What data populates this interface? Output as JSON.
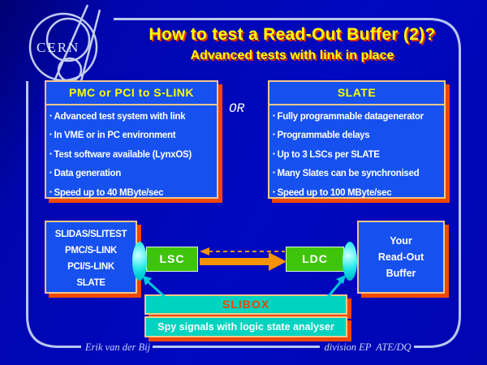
{
  "logo": {
    "text": "CERN"
  },
  "title": "How to test a Read-Out Buffer (2)?",
  "subtitle": "Advanced tests with link in place",
  "or_label": "OR",
  "left_panel": {
    "header": "PMC or PCI to S-LINK",
    "bullets": [
      "Advanced test system with link",
      "In VME or in PC environment",
      "Test software available (LynxOS)",
      "Data generation",
      "Speed up to 40 MByte/sec"
    ]
  },
  "right_panel": {
    "header": "SLATE",
    "bullets": [
      "Fully programmable datagenerator",
      "Programmable delays",
      "Up to 3 LSCs per SLATE",
      "Many Slates can be synchronised",
      "Speed up to 100 MByte/sec"
    ]
  },
  "diagram": {
    "source_box": {
      "lines": [
        "SLIDAS/SLITEST",
        "PMC/S-LINK",
        "PCI/S-LINK",
        "SLATE"
      ]
    },
    "lsc_label": "LSC",
    "ldc_label": "LDC",
    "readout_box": {
      "lines": [
        "Your",
        "Read-Out",
        "Buffer"
      ]
    },
    "slibox_label": "SLIBOX",
    "spy_label": "Spy signals with logic state analyser"
  },
  "footer": {
    "author": "Erik van der Bij",
    "division": "division EP  ATE/DQ"
  },
  "colors": {
    "background": "#0007b6",
    "frame": "#b9c6f0",
    "title_yellow": "#ffff00",
    "title_shadow": "#dd3300",
    "panel_fill": "#1651f0",
    "panel_border": "#f2c78a",
    "panel_shadow": "#f04800",
    "bullet_text": "#ffffff",
    "green_box": "#3fc40c",
    "cyan_ellipse": "#00cfd6",
    "turquoise_box": "#00d4c0",
    "slibox_text": "#ee4400",
    "orange_arrow": "#f59300",
    "cyan_arrow": "#00c8dc"
  }
}
